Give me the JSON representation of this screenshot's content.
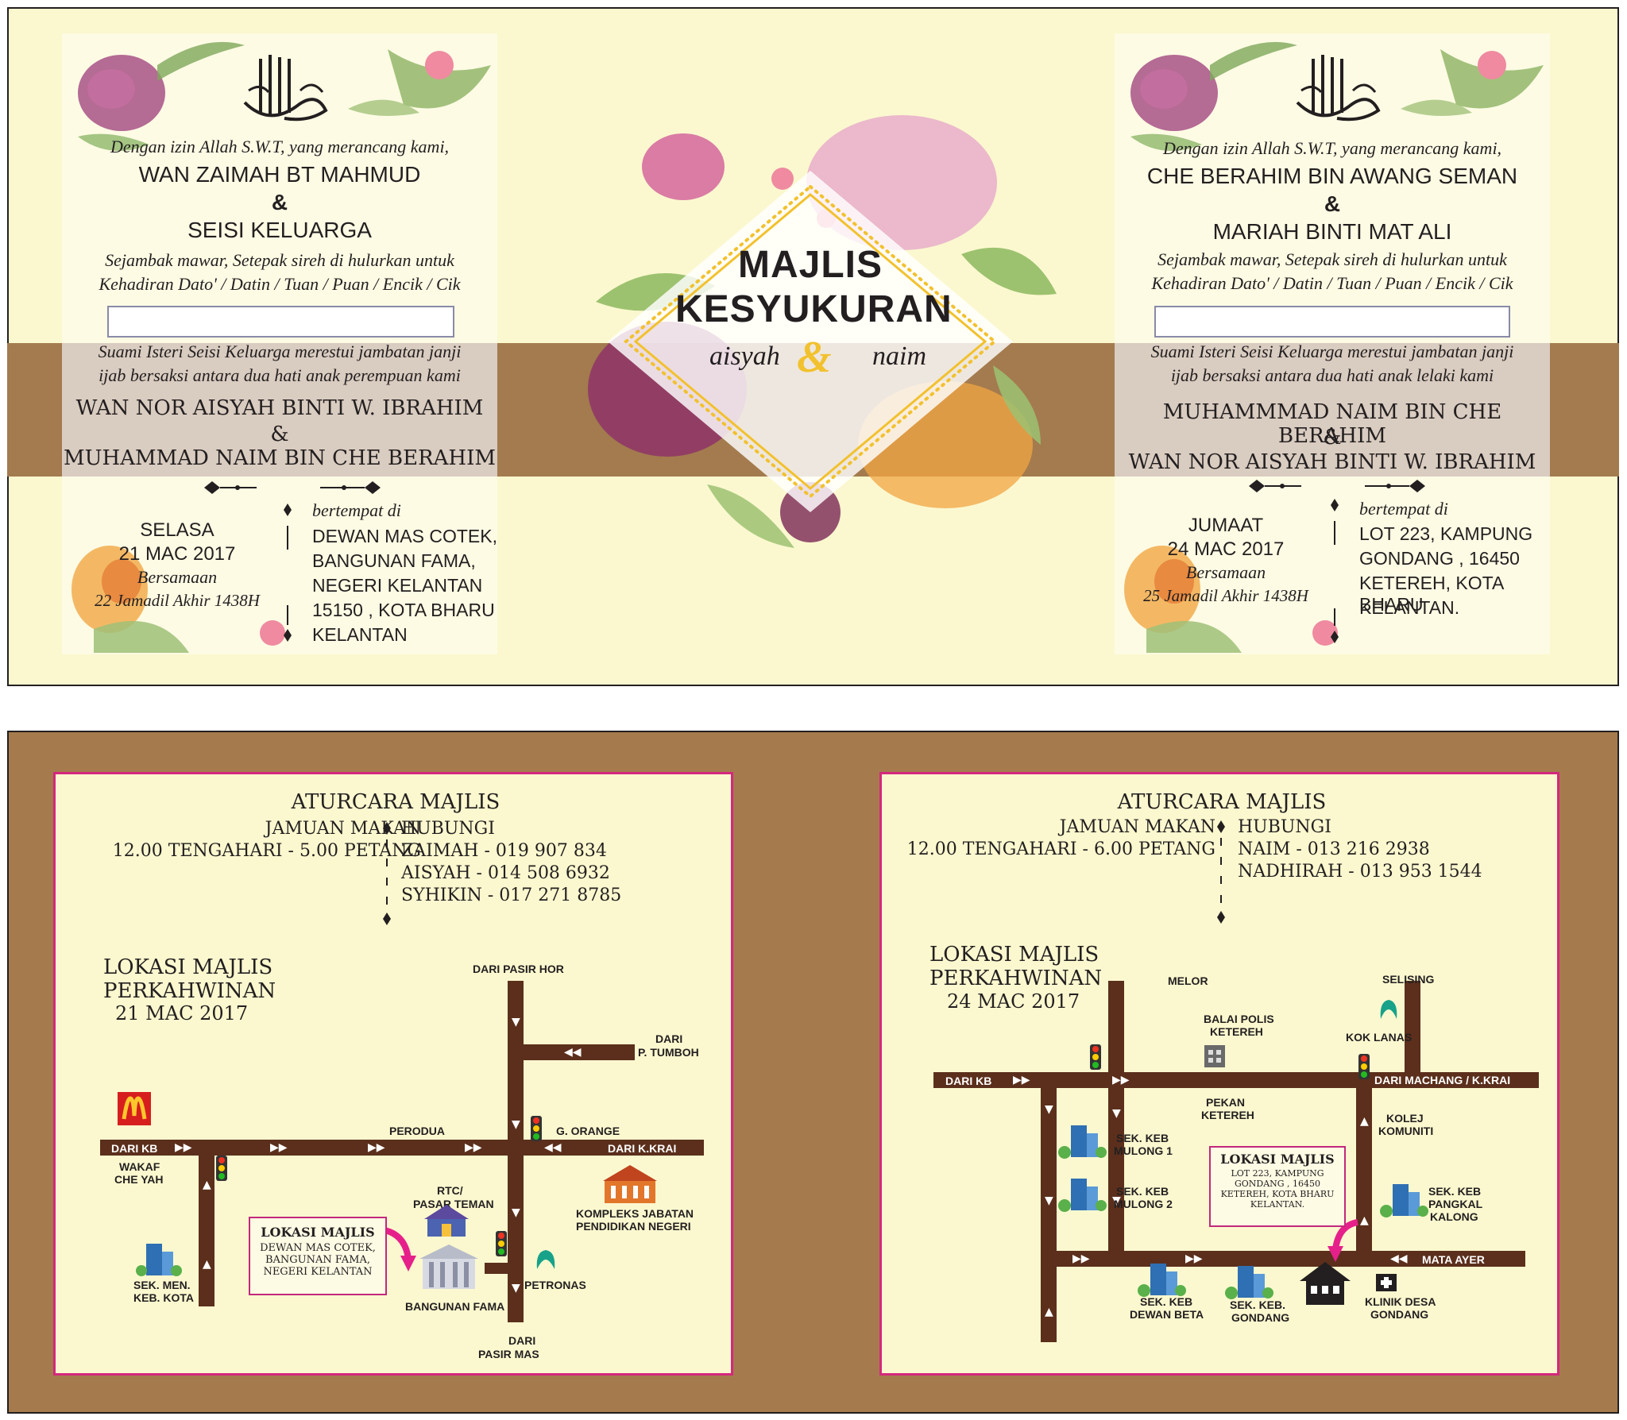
{
  "left_card": {
    "intro": "Dengan izin Allah S.W.T, yang merancang kami,",
    "host_1": "WAN ZAIMAH BT MAHMUD",
    "ampersand": "&",
    "host_2": "SEISI KELUARGA",
    "invite_1": "Sejambak mawar, Setepak sireh di hulurkan untuk",
    "invite_2": "Kehadiran Dato' / Datin / Tuan / Puan / Encik / Cik",
    "blessing_1": "Suami Isteri Seisi Keluarga merestui jambatan janji",
    "blessing_2": "ijab bersaksi antara dua hati anak perempuan kami",
    "couple_1": "WAN NOR AISYAH BINTI W. IBRAHIM",
    "couple_2": "MUHAMMAD NAIM BIN CHE BERAHIM",
    "day": "SELASA",
    "date": "21 MAC 2017",
    "equal": "Bersamaan",
    "hijri": "22 Jamadil Akhir 1438H",
    "venue_label": "bertempat di",
    "venue_1": "DEWAN MAS COTEK,",
    "venue_2": "BANGUNAN FAMA,",
    "venue_3": "NEGERI KELANTAN",
    "venue_4": "15150 , KOTA BHARU",
    "venue_5": "KELANTAN"
  },
  "center": {
    "title_1": "MAJLIS",
    "title_2": "KESYUKURAN",
    "bride": "aisyah",
    "amp": "&",
    "groom": "naim"
  },
  "right_card": {
    "intro": "Dengan izin Allah S.W.T, yang merancang kami,",
    "host_1": "CHE BERAHIM BIN AWANG SEMAN",
    "ampersand": "&",
    "host_2": "MARIAH BINTI MAT ALI",
    "invite_1": "Sejambak mawar, Setepak sireh di hulurkan untuk",
    "invite_2": "Kehadiran Dato' / Datin / Tuan / Puan / Encik / Cik",
    "blessing_1": "Suami Isteri Seisi Keluarga merestui jambatan janji",
    "blessing_2": "ijab bersaksi antara dua hati anak lelaki kami",
    "couple_1": "MUHAMMMAD NAIM BIN CHE BERAHIM",
    "couple_2": "WAN NOR AISYAH BINTI W.  IBRAHIM",
    "day": "JUMAAT",
    "date": "24 MAC 2017",
    "equal": "Bersamaan",
    "hijri": "25 Jamadil Akhir 1438H",
    "venue_label": "bertempat di",
    "venue_1": "LOT 223, KAMPUNG",
    "venue_2": "GONDANG , 16450",
    "venue_3": "KETEREH, KOTA BHARU",
    "venue_4": "KELANTAN."
  },
  "left_map": {
    "title": "ATURCARA MAJLIS",
    "meal": "JAMUAN MAKAN",
    "meal_time": "12.00 TENGAHARI - 5.00 PETANG",
    "contact": "HUBUNGI",
    "contacts": [
      "ZAIMAH - 019 907 834",
      "AISYAH - 014 508 6932",
      "SYHIKIN - 017 271 8785"
    ],
    "loc_1": "LOKASI MAJLIS",
    "loc_2": "PERKAHWINAN",
    "loc_date": "21 MAC 2017",
    "labels": {
      "pasir_hor": "DARI PASIR HOR",
      "tumboh_1": "DARI",
      "tumboh_2": "P. TUMBOH",
      "perodua": "PERODUA",
      "orange": "G. ORANGE",
      "dari_kb": "DARI KB",
      "dari_kkrai": "DARI K.KRAI",
      "wakaf_1": "WAKAF",
      "wakaf_2": "CHE YAH",
      "rtc_1": "RTC/",
      "rtc_2": "PASAR TEMAN",
      "kompleks_1": "KOMPLEKS JABATAN",
      "kompleks_2": "PENDIDIKAN NEGERI",
      "sek_1": "SEK. MEN.",
      "sek_2": "KEB. KOTA",
      "fama": "BANGUNAN FAMA",
      "petronas": "PETRONAS",
      "mas_1": "DARI",
      "mas_2": "PASIR MAS"
    },
    "box_title": "LOKASI MAJLIS",
    "box_lines": [
      "DEWAN MAS COTEK,",
      "BANGUNAN FAMA,",
      "NEGERI KELANTAN"
    ]
  },
  "right_map": {
    "title": "ATURCARA MAJLIS",
    "meal": "JAMUAN MAKAN",
    "meal_time": "12.00 TENGAHARI - 6.00 PETANG",
    "contact": "HUBUNGI",
    "contacts": [
      "NAIM - 013 216 2938",
      "NADHIRAH - 013 953 1544"
    ],
    "loc_1": "LOKASI MAJLIS",
    "loc_2": "PERKAHWINAN",
    "loc_date": "24 MAC 2017",
    "labels": {
      "melor": "MELOR",
      "selising": "SELISING",
      "balai_1": "BALAI POLIS",
      "balai_2": "KETEREH",
      "kok_lanas": "KOK LANAS",
      "dari_kb": "DARI KB",
      "machang": "DARI MACHANG / K.KRAI",
      "pekan_1": "PEKAN",
      "pekan_2": "KETEREH",
      "kolej_1": "KOLEJ",
      "kolej_2": "KOMUNITI",
      "mulong1_1": "SEK. KEB",
      "mulong1_2": "MULONG 1",
      "mulong2_1": "SEK. KEB",
      "mulong2_2": "MULONG 2",
      "pangkal_1": "SEK. KEB",
      "pangkal_2": "PANGKAL",
      "pangkal_3": "KALONG",
      "mata_ayer": "MATA AYER",
      "beta_1": "SEK. KEB",
      "beta_2": "DEWAN BETA",
      "gondang_1": "SEK. KEB.",
      "gondang_2": "GONDANG",
      "klinik_1": "KLINIK DESA",
      "klinik_2": "GONDANG"
    },
    "box_title": "LOKASI MAJLIS",
    "box_lines": [
      "LOT 223, KAMPUNG",
      "GONDANG , 16450",
      "KETEREH, KOTA BHARU",
      "KELANTAN."
    ]
  },
  "colors": {
    "cream": "#fbf8cf",
    "band": "#a37b4e",
    "road": "#5b2f1c",
    "pink_border": "#d4287d",
    "gold": "#f2c12e"
  }
}
